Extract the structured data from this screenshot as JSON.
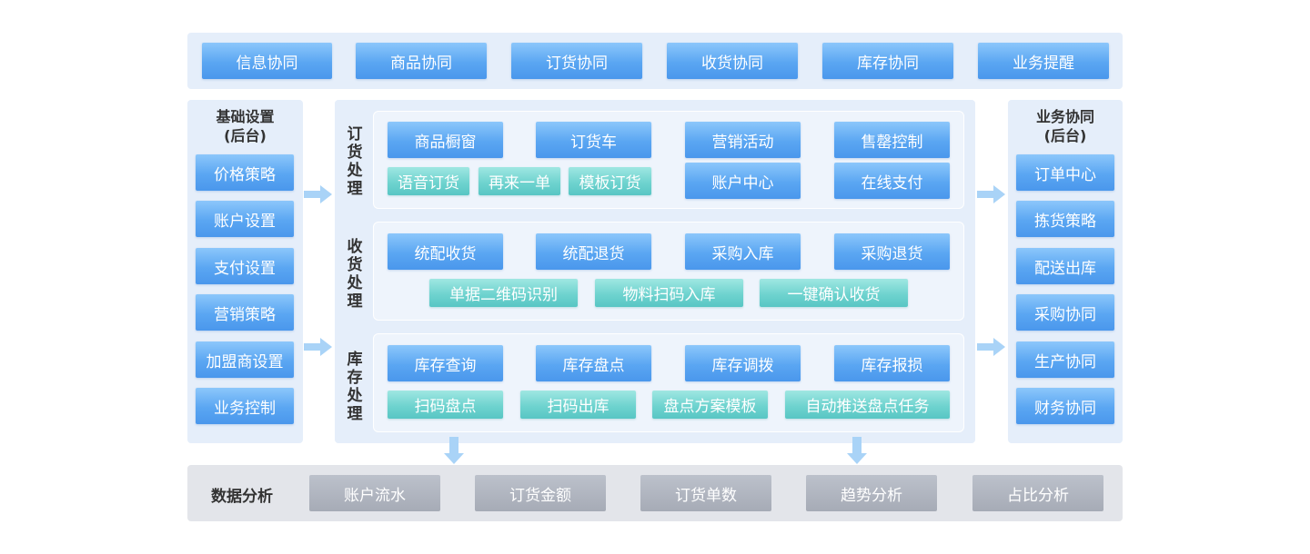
{
  "top_bar": {
    "items": [
      "信息协同",
      "商品协同",
      "订货协同",
      "收货协同",
      "库存协同",
      "业务提醒"
    ]
  },
  "left_panel": {
    "title_line1": "基础设置",
    "title_line2": "(后台)",
    "items": [
      "价格策略",
      "账户设置",
      "支付设置",
      "营销策略",
      "加盟商设置",
      "业务控制"
    ]
  },
  "right_panel": {
    "title_line1": "业务协同",
    "title_line2": "(后台)",
    "items": [
      "订单中心",
      "拣货策略",
      "配送出库",
      "采购协同",
      "生产协同",
      "财务协同"
    ]
  },
  "order_section": {
    "label": "订货处理",
    "row1": [
      "商品橱窗",
      "订货车",
      "营销活动",
      "售罄控制"
    ],
    "row2_teal": [
      "语音订货",
      "再来一单",
      "模板订货"
    ],
    "row2_blue": [
      "账户中心",
      "在线支付"
    ]
  },
  "receive_section": {
    "label": "收货处理",
    "row1": [
      "统配收货",
      "统配退货",
      "采购入库",
      "采购退货"
    ],
    "row2_teal": [
      "单据二维码识别",
      "物料扫码入库",
      "一键确认收货"
    ]
  },
  "inventory_section": {
    "label": "库存处理",
    "row1": [
      "库存查询",
      "库存盘点",
      "库存调拨",
      "库存报损"
    ],
    "row2_teal": [
      "扫码盘点",
      "扫码出库",
      "盘点方案模板",
      "自动推送盘点任务"
    ]
  },
  "data_analysis": {
    "title": "数据分析",
    "items": [
      "账户流水",
      "订货金额",
      "订货单数",
      "趋势分析",
      "占比分析"
    ]
  },
  "colors": {
    "blue_button": "#5aa6f2",
    "teal_button": "#6fd3cf",
    "gray_button": "#a6abb6",
    "panel_bg": "#e5eefa",
    "arrow": "#a9d3f7"
  }
}
